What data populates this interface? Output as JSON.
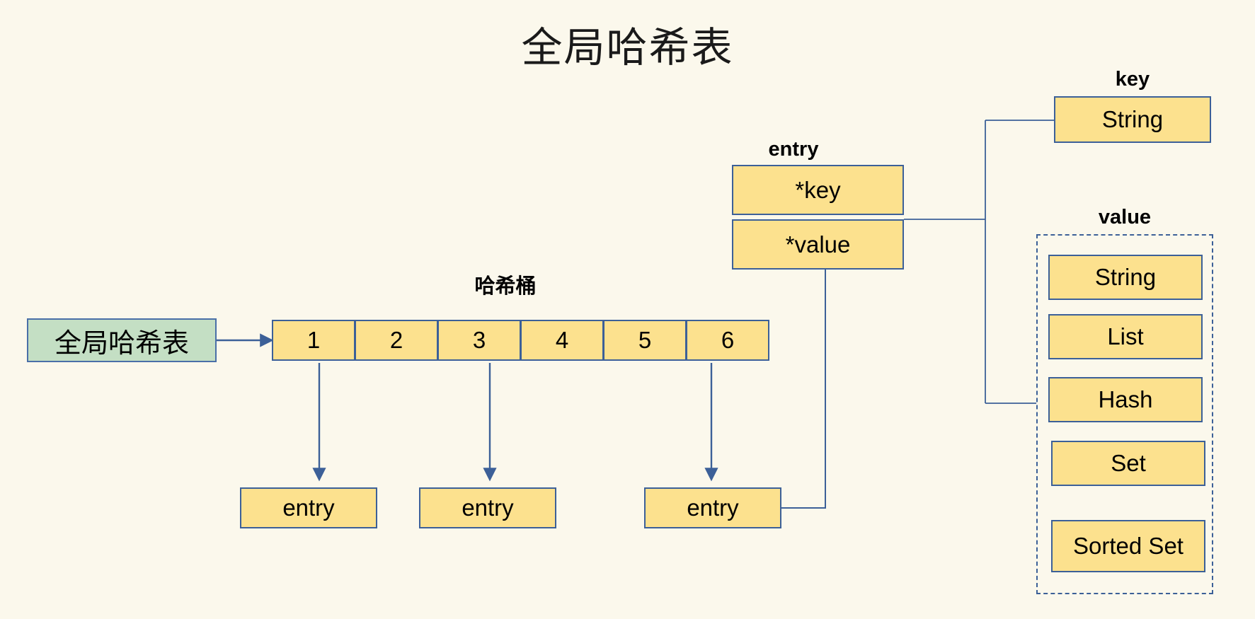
{
  "page": {
    "title": "全局哈希表",
    "background_color": "#fbf8ec"
  },
  "colors": {
    "box_fill": "#fce18e",
    "box_border": "#3c6098",
    "green_fill": "#c4dfc4",
    "green_border": "#4a6fa8",
    "wire": "#3c6098",
    "text": "#000000"
  },
  "source": {
    "label": "全局哈希表"
  },
  "bucket": {
    "caption": "哈希桶",
    "cells": [
      "1",
      "2",
      "3",
      "4",
      "5",
      "6"
    ]
  },
  "chain_entries": [
    {
      "label": "entry"
    },
    {
      "label": "entry"
    },
    {
      "label": "entry"
    }
  ],
  "entry_struct": {
    "caption": "entry",
    "fields": [
      {
        "label": "*key"
      },
      {
        "label": "*value"
      }
    ]
  },
  "key_group": {
    "caption": "key",
    "types": [
      "String"
    ]
  },
  "value_group": {
    "caption": "value",
    "types": [
      "String",
      "List",
      "Hash",
      "Set",
      "Sorted Set"
    ]
  }
}
